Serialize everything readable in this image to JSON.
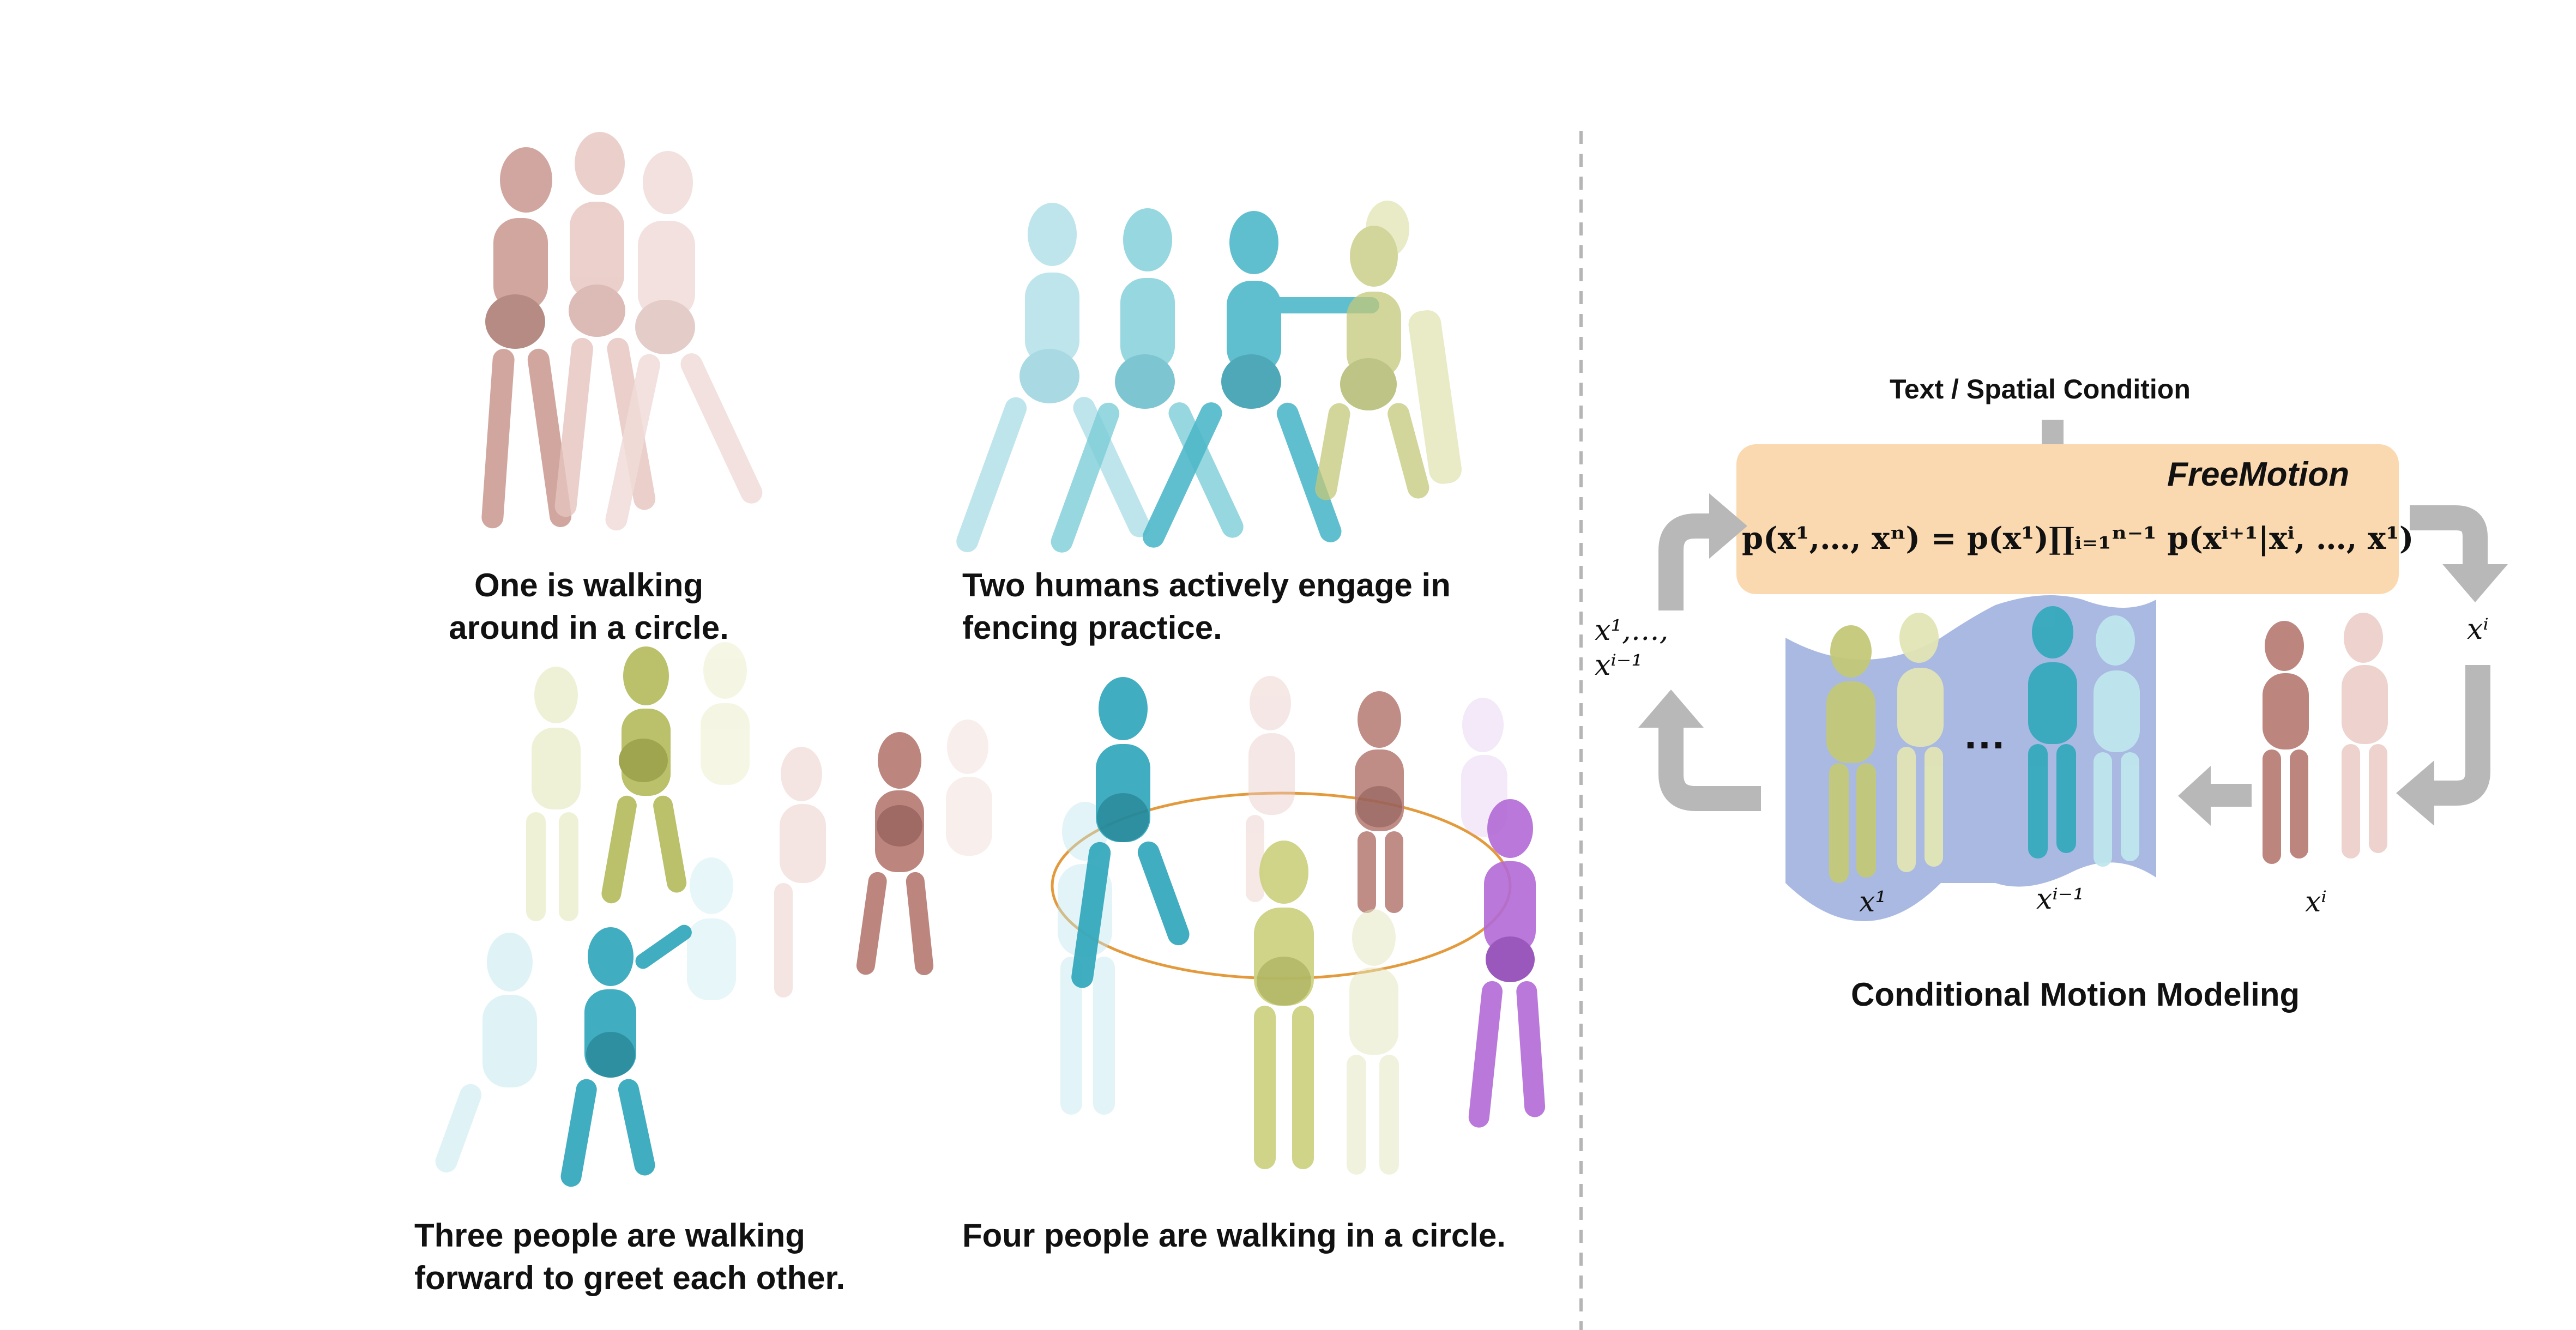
{
  "captions": {
    "walking_circle_1": "One is walking",
    "walking_circle_2": "around in a circle.",
    "fencing_1": "Two humans actively engage in",
    "fencing_2": "fencing practice.",
    "greet_1": "Three people are walking",
    "greet_2": "forward to greet each other.",
    "four_circle": "Four people are walking in a circle."
  },
  "diagram": {
    "condition_label": "Text / Spatial Condition",
    "model_name": "FreeMotion",
    "formula": "p(x¹,…, xⁿ) = p(x¹)∏ᵢ₌₁ⁿ⁻¹ p(xⁱ⁺¹|xⁱ, …, x¹)",
    "ellipsis": "…",
    "label_prev_line1": "x¹,…,",
    "label_prev_line2": "xⁱ⁻¹",
    "label_xi_out": "xⁱ",
    "label_x1": "x¹",
    "label_xim1": "xⁱ⁻¹",
    "label_xi": "xⁱ",
    "title": "Conditional Motion Modeling"
  },
  "colors": {
    "pink": "#c9978f",
    "pink_light": "#edd3cf",
    "cyan": "#4fb8c9",
    "cyan_light": "#a9dde6",
    "olive": "#c3c979",
    "olive_light": "#e2e5b5",
    "purple": "#b26ad6",
    "formula_box": "#fbd9b0",
    "scroll_panel": "#a9b9e2",
    "arrow_gray": "#b8b8b8",
    "divider": "#b5b5b5",
    "ring": "#e39a3c"
  }
}
